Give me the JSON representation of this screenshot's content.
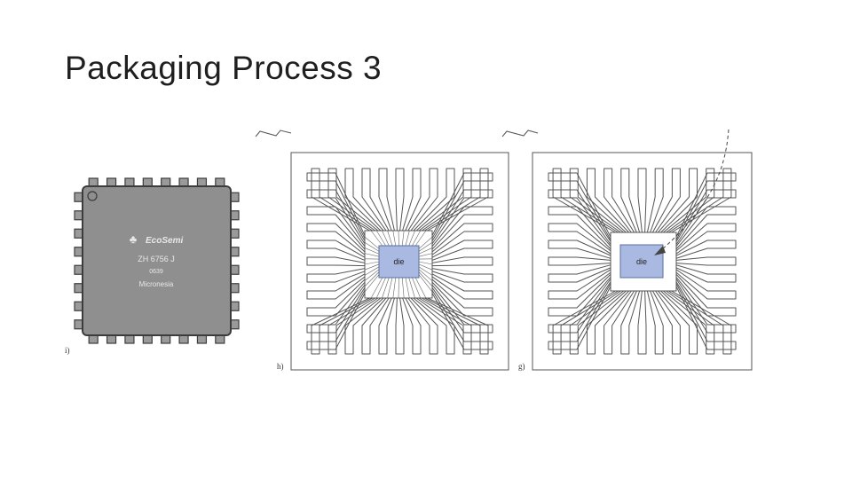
{
  "slide": {
    "title": "Packaging Process 3"
  },
  "panels": {
    "i": {
      "label": "i)",
      "chip": {
        "brand": "EcoSemi",
        "logo_icon": "clover-icon",
        "part_number": "ZH 6756 J",
        "date_code": "0639",
        "origin": "Micronesia",
        "body_color": "#8f8f8f"
      }
    },
    "h": {
      "label": "h)",
      "die_label": "die"
    },
    "g": {
      "label": "g)",
      "die_label": "die"
    }
  },
  "colors": {
    "die_fill": "#a9b9e2",
    "die_stroke": "#5a6f9e",
    "line": "#555555"
  }
}
